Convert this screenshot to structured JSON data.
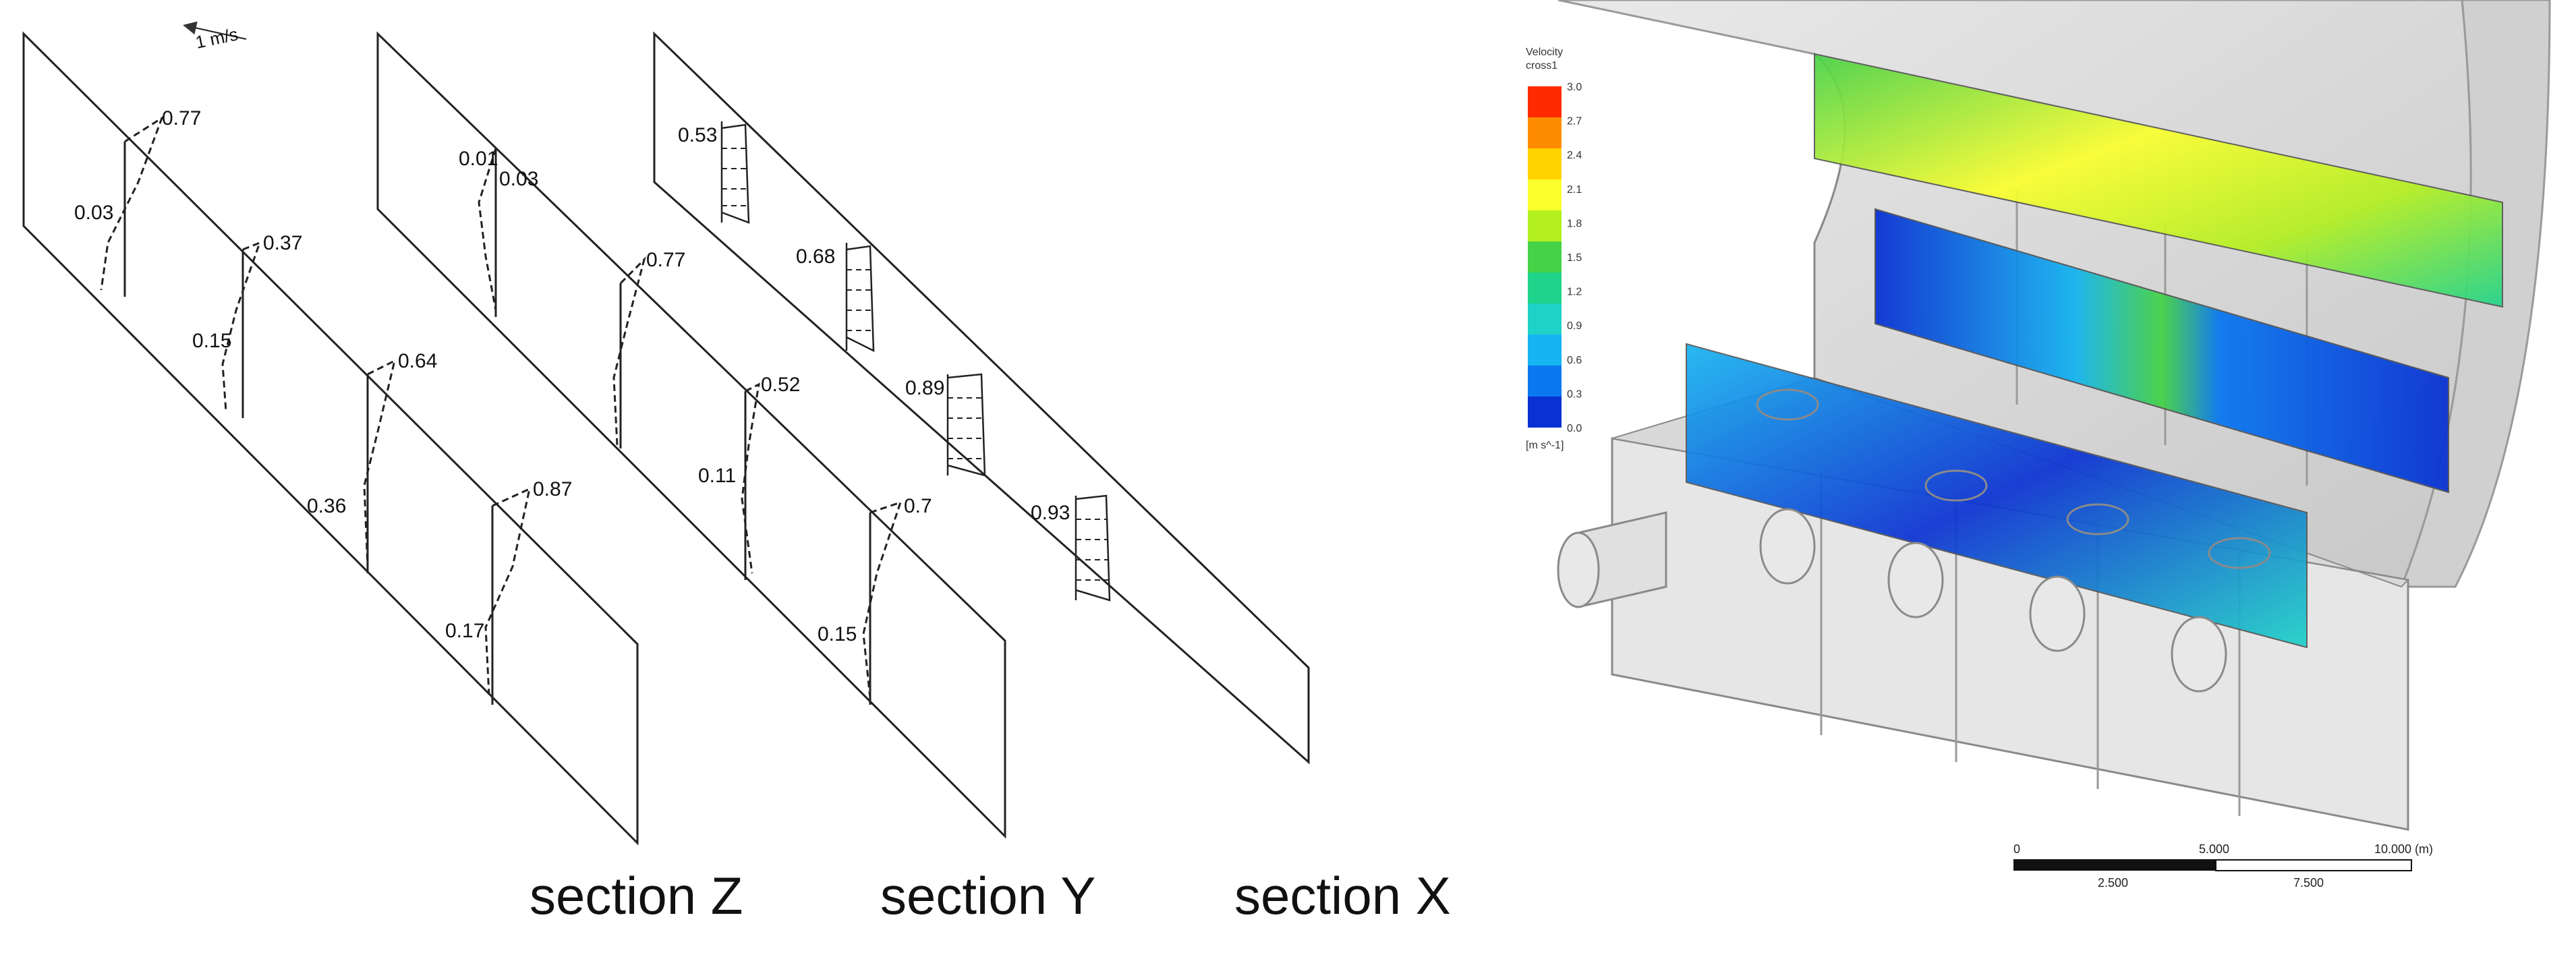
{
  "left_panel": {
    "scale_arrow_label": "1 m/s",
    "profile_values": [
      "0.77",
      "0.03",
      "0.37",
      "0.15",
      "0.64",
      "0.36",
      "0.87",
      "0.17",
      "0.01",
      "0.03",
      "0.77",
      "0.52",
      "0.11",
      "0.7",
      "0.15",
      "0.53",
      "0.68",
      "0.89",
      "0.93"
    ],
    "section_captions": [
      "section Z",
      "section Y",
      "section X"
    ]
  },
  "right_panel": {
    "legend": {
      "title_line1": "Velocity",
      "title_line2": "cross1",
      "unit": "[m s^-1]",
      "ticks": [
        "3.0",
        "2.7",
        "2.4",
        "2.1",
        "1.8",
        "1.5",
        "1.2",
        "0.9",
        "0.6",
        "0.3",
        "0.0"
      ],
      "colors": [
        "#ff2a00",
        "#ff8c00",
        "#ffd200",
        "#fbff2e",
        "#b4f020",
        "#46d246",
        "#1fd48a",
        "#1ed2c8",
        "#16b4f0",
        "#0a78f0",
        "#0a32d2"
      ]
    },
    "scale_bar": {
      "top_labels": [
        "0",
        "5.000",
        "10.000 (m)"
      ],
      "bottom_labels": [
        "2.500",
        "7.500"
      ]
    },
    "colors": {
      "background": "#ffffff",
      "tank_wall": "#dcdcdc",
      "contour_low": "#0a32d2",
      "contour_mid": "#16b4f0",
      "contour_high": "#46d246"
    }
  }
}
